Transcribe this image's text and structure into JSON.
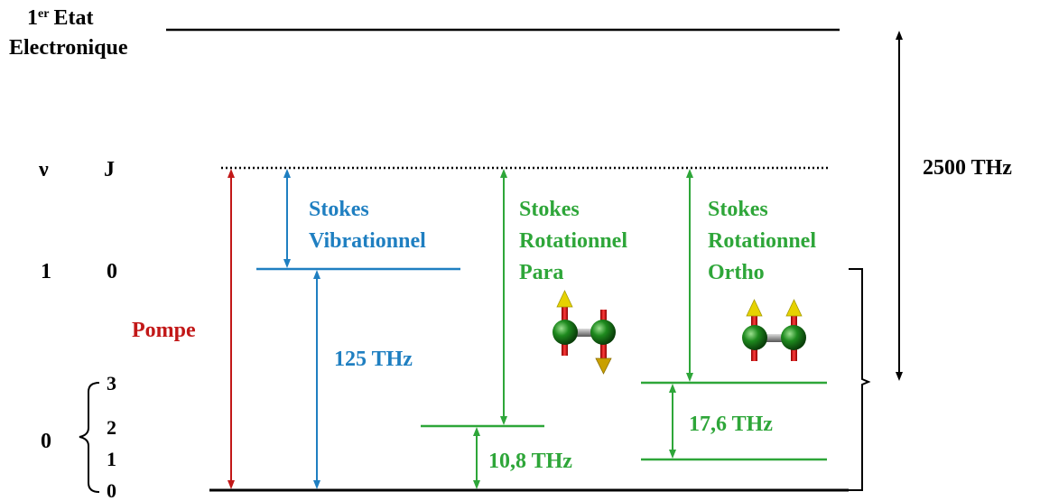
{
  "diagram": {
    "excited_state_label_1_prefix": "1",
    "excited_state_label_1_sup": "er",
    "excited_state_label_1_suffix": "Etat",
    "excited_state_label_2": "Electronique",
    "nu_header": "ν",
    "j_header": "J",
    "v1_label": "1",
    "j0_v1_label": "0",
    "v0_label": "0",
    "j_levels": [
      "3",
      "2",
      "1",
      "0"
    ],
    "pump_label": "Pompe",
    "stokes_vib": [
      "Stokes",
      "Vibrationnel"
    ],
    "stokes_rot_para": [
      "Stokes",
      "Rotationnel",
      "Para"
    ],
    "stokes_rot_ortho": [
      "Stokes",
      "Rotationnel",
      "Ortho"
    ],
    "freq_vib": "125 THz",
    "freq_para": "10,8 THz",
    "freq_ortho": "17,6 THz",
    "freq_total": "2500 THz",
    "colors": {
      "pump": "#c21818",
      "vibrational": "#1f7fc1",
      "rotational": "#2ea639",
      "atom": "#1c7a1c",
      "spin_arrow_up": "#e6d200",
      "spin_rod": "#d01010"
    }
  }
}
